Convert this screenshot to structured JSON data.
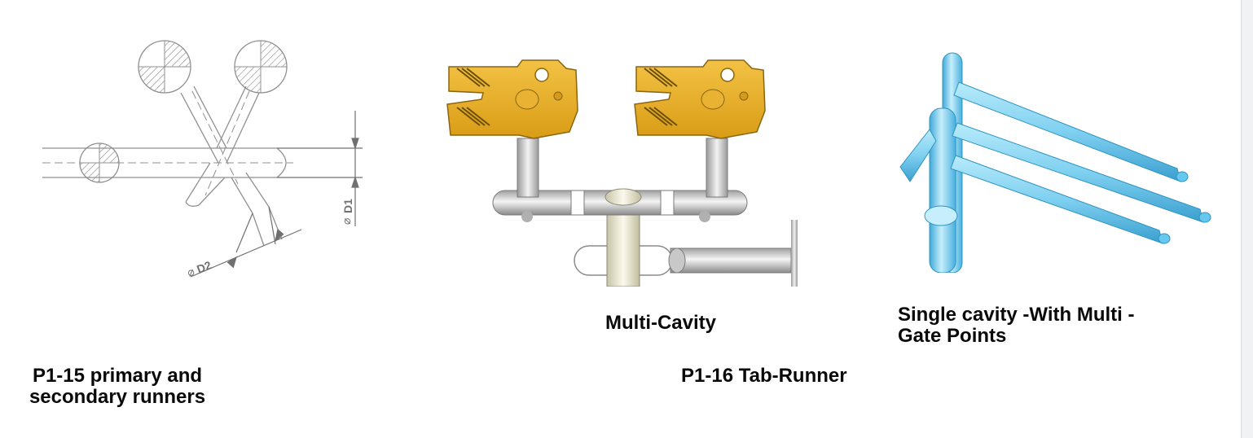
{
  "drawing": {
    "label_d1": "D1",
    "label_d2": "D2",
    "diameter_symbol": "⌀"
  },
  "captions": {
    "primary_secondary": "P1-15 primary and\nsecondary runners",
    "multi_cavity": "Multi-Cavity",
    "tab_runner": "P1-16 Tab-Runner",
    "single_cavity_line1": "Single cavity -With Multi -",
    "single_cavity_line2": "Gate Points"
  },
  "colors": {
    "part_gold": "#e4a822",
    "runner_grey": "#d4d4d4",
    "runner_blue": "#66c8ee",
    "line_grey": "#909090"
  }
}
